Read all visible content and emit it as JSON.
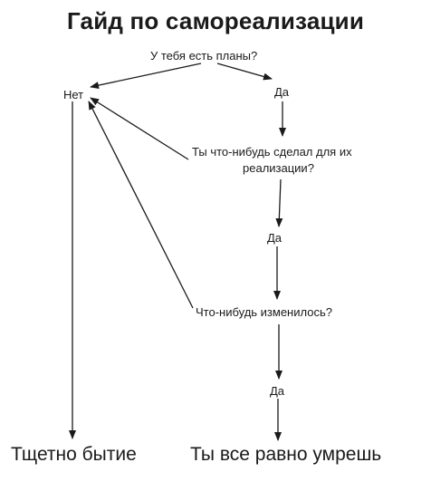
{
  "title": "Гайд по самореализации",
  "nodes": {
    "plans_question": "У тебя есть планы?",
    "no": "Нет",
    "yes_1": "Да",
    "did_something_line1": "Ты что-нибудь сделал для их",
    "did_something_line2": "реализации?",
    "yes_2": "Да",
    "changed_question": "Что-нибудь изменилось?",
    "yes_3": "Да",
    "outcome_futile": "Тщетно бытие",
    "outcome_die": "Ты все равно умрешь"
  }
}
